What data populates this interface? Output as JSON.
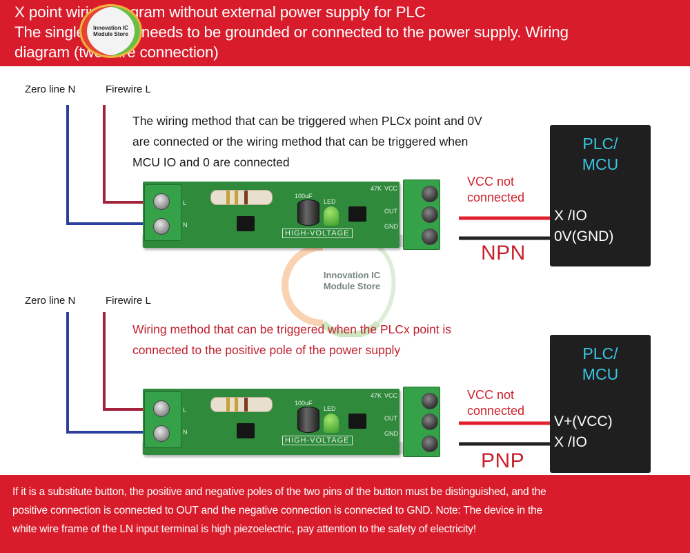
{
  "header": {
    "line1": "X point wiring diagram without external power supply for PLC",
    "line2": "The single IO only needs to be grounded or connected to the power supply. Wiring",
    "line3": "diagram (two-wire connection)",
    "logo_text_1": "Innovation IC",
    "logo_text_2": "Module Store"
  },
  "watermark": {
    "line1": "Innovation IC",
    "line2": "Module Store"
  },
  "top_diagram": {
    "zero_line_label": "Zero line N",
    "fire_line_label": "Firewire L",
    "note_line1": "The wiring method that can be triggered when PLCx point and 0V",
    "note_line2": "are connected or the wiring method that can be triggered when",
    "note_line3": "MCU IO and 0 are connected",
    "vcc_note_line1": "VCC not",
    "vcc_note_line2": "connected",
    "mode_label": "NPN",
    "plc_title_line1": "PLC/",
    "plc_title_line2": "MCU",
    "pin1": "X   /IO",
    "pin2": "0V(GND)"
  },
  "bottom_diagram": {
    "zero_line_label": "Zero line N",
    "fire_line_label": "Firewire L",
    "note_line1": "Wiring method that can be triggered when the PLCx point is",
    "note_line2": "connected to the positive pole of the power supply",
    "vcc_note_line1": "VCC not",
    "vcc_note_line2": "connected",
    "mode_label": "PNP",
    "plc_title_line1": "PLC/",
    "plc_title_line2": "MCU",
    "pin1": "V+(VCC)",
    "pin2": "X   /IO"
  },
  "board_silkscreen": {
    "cap_value": "100uF",
    "led_label": "LED",
    "resistor_label": "47K",
    "vcc": "VCC",
    "out": "OUT",
    "gnd": "GND",
    "voltage_label": "HIGH-VOLTAGE",
    "l_pin": "L",
    "n_pin": "N"
  },
  "footer": {
    "line1": "If it is a substitute button, the positive and negative poles of the two pins of the button must be distinguished, and the",
    "line2": "positive connection is connected to OUT and the negative connection is connected to GND. Note: The device in the",
    "line3": "white wire frame of the LN input terminal is high piezoelectric, pay attention to the safety of electricity!"
  },
  "colors": {
    "banner_red": "#d91c2b",
    "neutral_wire": "#2c3e9e",
    "fire_wire": "#a3213a",
    "signal_red": "#e02030",
    "signal_black": "#222222",
    "plc_box": "#1f1f1f",
    "plc_title": "#39c7e4",
    "pcb_green": "#2f8a3c"
  }
}
